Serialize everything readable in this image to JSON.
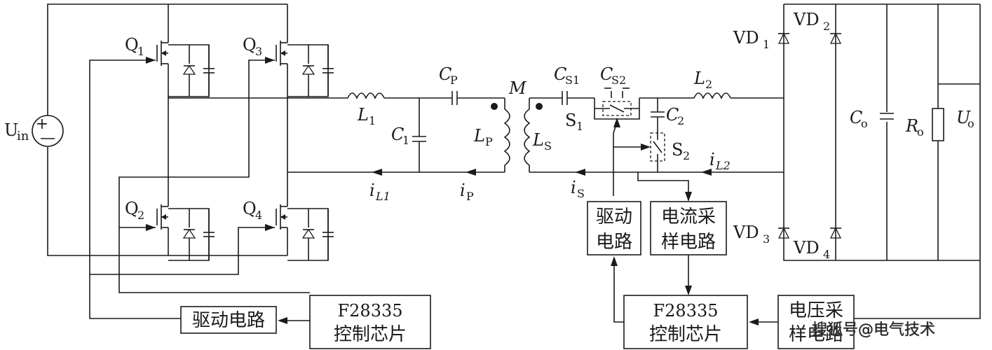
{
  "labels": {
    "uin": "U",
    "uin_sub": "in",
    "q1": "Q",
    "q1_sub": "1",
    "q2": "Q",
    "q2_sub": "2",
    "q3": "Q",
    "q3_sub": "3",
    "q4": "Q",
    "q4_sub": "4",
    "l1": "L",
    "l1_sub": "1",
    "c1": "C",
    "c1_sub": "1",
    "cp": "C",
    "cp_sub": "P",
    "lp": "L",
    "lp_sub": "P",
    "m": "M",
    "ls": "L",
    "ls_sub": "S",
    "cs1": "C",
    "cs1_sub": "S1",
    "cs2": "C",
    "cs2_sub": "S2",
    "s1": "S",
    "s1_sub": "1",
    "c2": "C",
    "c2_sub": "2",
    "s2": "S",
    "s2_sub": "2",
    "l2": "L",
    "l2_sub": "2",
    "il2": "i",
    "il2_sub": "L2",
    "il1": "i",
    "il1_sub": "L1",
    "ip": "i",
    "ip_sub": "P",
    "is": "i",
    "is_sub": "S",
    "vd1": "VD",
    "vd1_sub": "1",
    "vd2": "VD",
    "vd2_sub": "2",
    "vd3": "VD",
    "vd3_sub": "3",
    "vd4": "VD",
    "vd4_sub": "4",
    "co": "C",
    "co_sub": "o",
    "ro": "R",
    "ro_sub": "o",
    "uo": "U",
    "uo_sub": "o"
  },
  "blocks": {
    "drive_left": "驱动电路",
    "chip_left_l1": "F28335",
    "chip_left_l2": "控制芯片",
    "drive_right_l1": "驱动",
    "drive_right_l2": "电路",
    "sample_current_l1": "电流采",
    "sample_current_l2": "样电路",
    "chip_right_l1": "F28335",
    "chip_right_l2": "控制芯片",
    "sample_voltage_l1": "电压采",
    "sample_voltage_l2": "样电路"
  },
  "watermark": "搜狐号@电气技术"
}
